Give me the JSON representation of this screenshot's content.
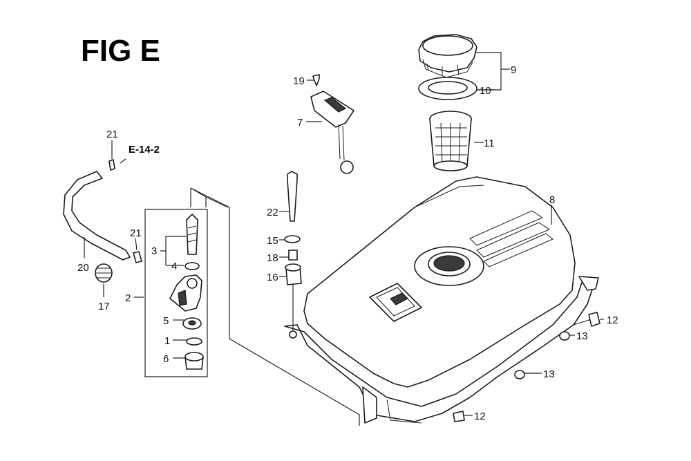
{
  "title": "FIG E",
  "reference": "E-14-2",
  "labels": {
    "l1": "1",
    "l2": "2",
    "l3": "3",
    "l4": "4",
    "l5": "5",
    "l6": "6",
    "l7": "7",
    "l8": "8",
    "l9": "9",
    "l10": "10",
    "l11": "11",
    "l12a": "12",
    "l12b": "12",
    "l13a": "13",
    "l13b": "13",
    "l15": "15",
    "l16": "16",
    "l17": "17",
    "l18": "18",
    "l19": "19",
    "l20": "20",
    "l21a": "21",
    "l21b": "21",
    "l22": "22"
  }
}
